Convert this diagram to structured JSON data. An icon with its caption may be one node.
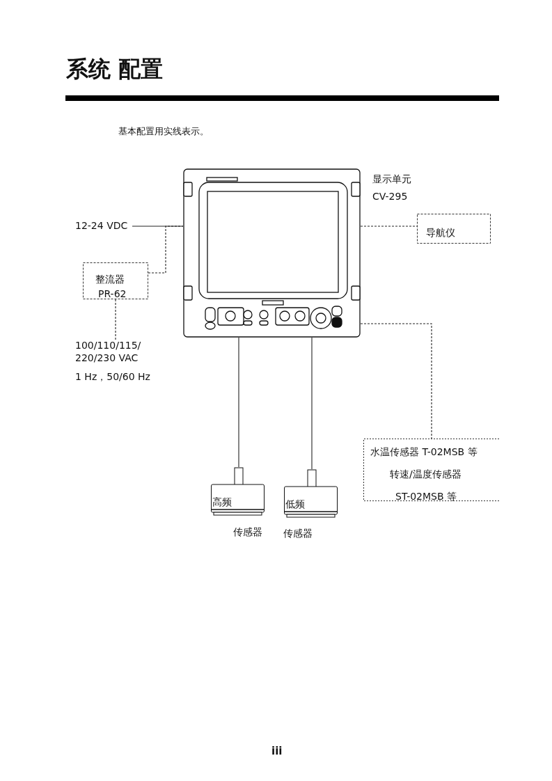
{
  "diagram": {
    "title": "系统 配置",
    "nodes": [
      {
        "text": [],
        "shape": "picture",
        "beside": [
          "显示单元",
          "CV-295"
        ]
      },
      {
        "text": [
          "12-24 VDC"
        ]
      },
      {
        "text": [
          "整流器",
          "PR-62"
        ]
      },
      {
        "text": [
          "100/110/115/ 220/230 VAC",
          "1 Hz，50/60 Hz"
        ]
      },
      {
        "text": [
          "导航仪"
        ]
      },
      {
        "text": [
          "高频"
        ],
        "beside": [
          "传感器"
        ]
      },
      {
        "text": [
          "低频"
        ],
        "beside": [
          "传感器"
        ]
      },
      {
        "text": [
          "水温传感器 T-02MSB 等",
          "转速/温度传感器",
          "ST-02MSB 等"
        ]
      }
    ],
    "edges": [
      {
        "from": 1,
        "to": 0,
        "arrow": "none"
      },
      {
        "from": 2,
        "to": 0,
        "arrow": "none",
        "style": "dashed"
      },
      {
        "from": 3,
        "to": 2,
        "arrow": "none",
        "style": "dashed"
      },
      {
        "from": 0,
        "to": 4,
        "arrow": "none",
        "style": "dashed"
      },
      {
        "from": 0,
        "to": 5,
        "arrow": "none"
      },
      {
        "from": 0,
        "to": 6,
        "arrow": "none"
      },
      {
        "from": 0,
        "to": 7,
        "arrow": "none",
        "style": "dashed"
      }
    ],
    "labels": [
      "基本配置用实线表示。",
      "iii"
    ]
  }
}
